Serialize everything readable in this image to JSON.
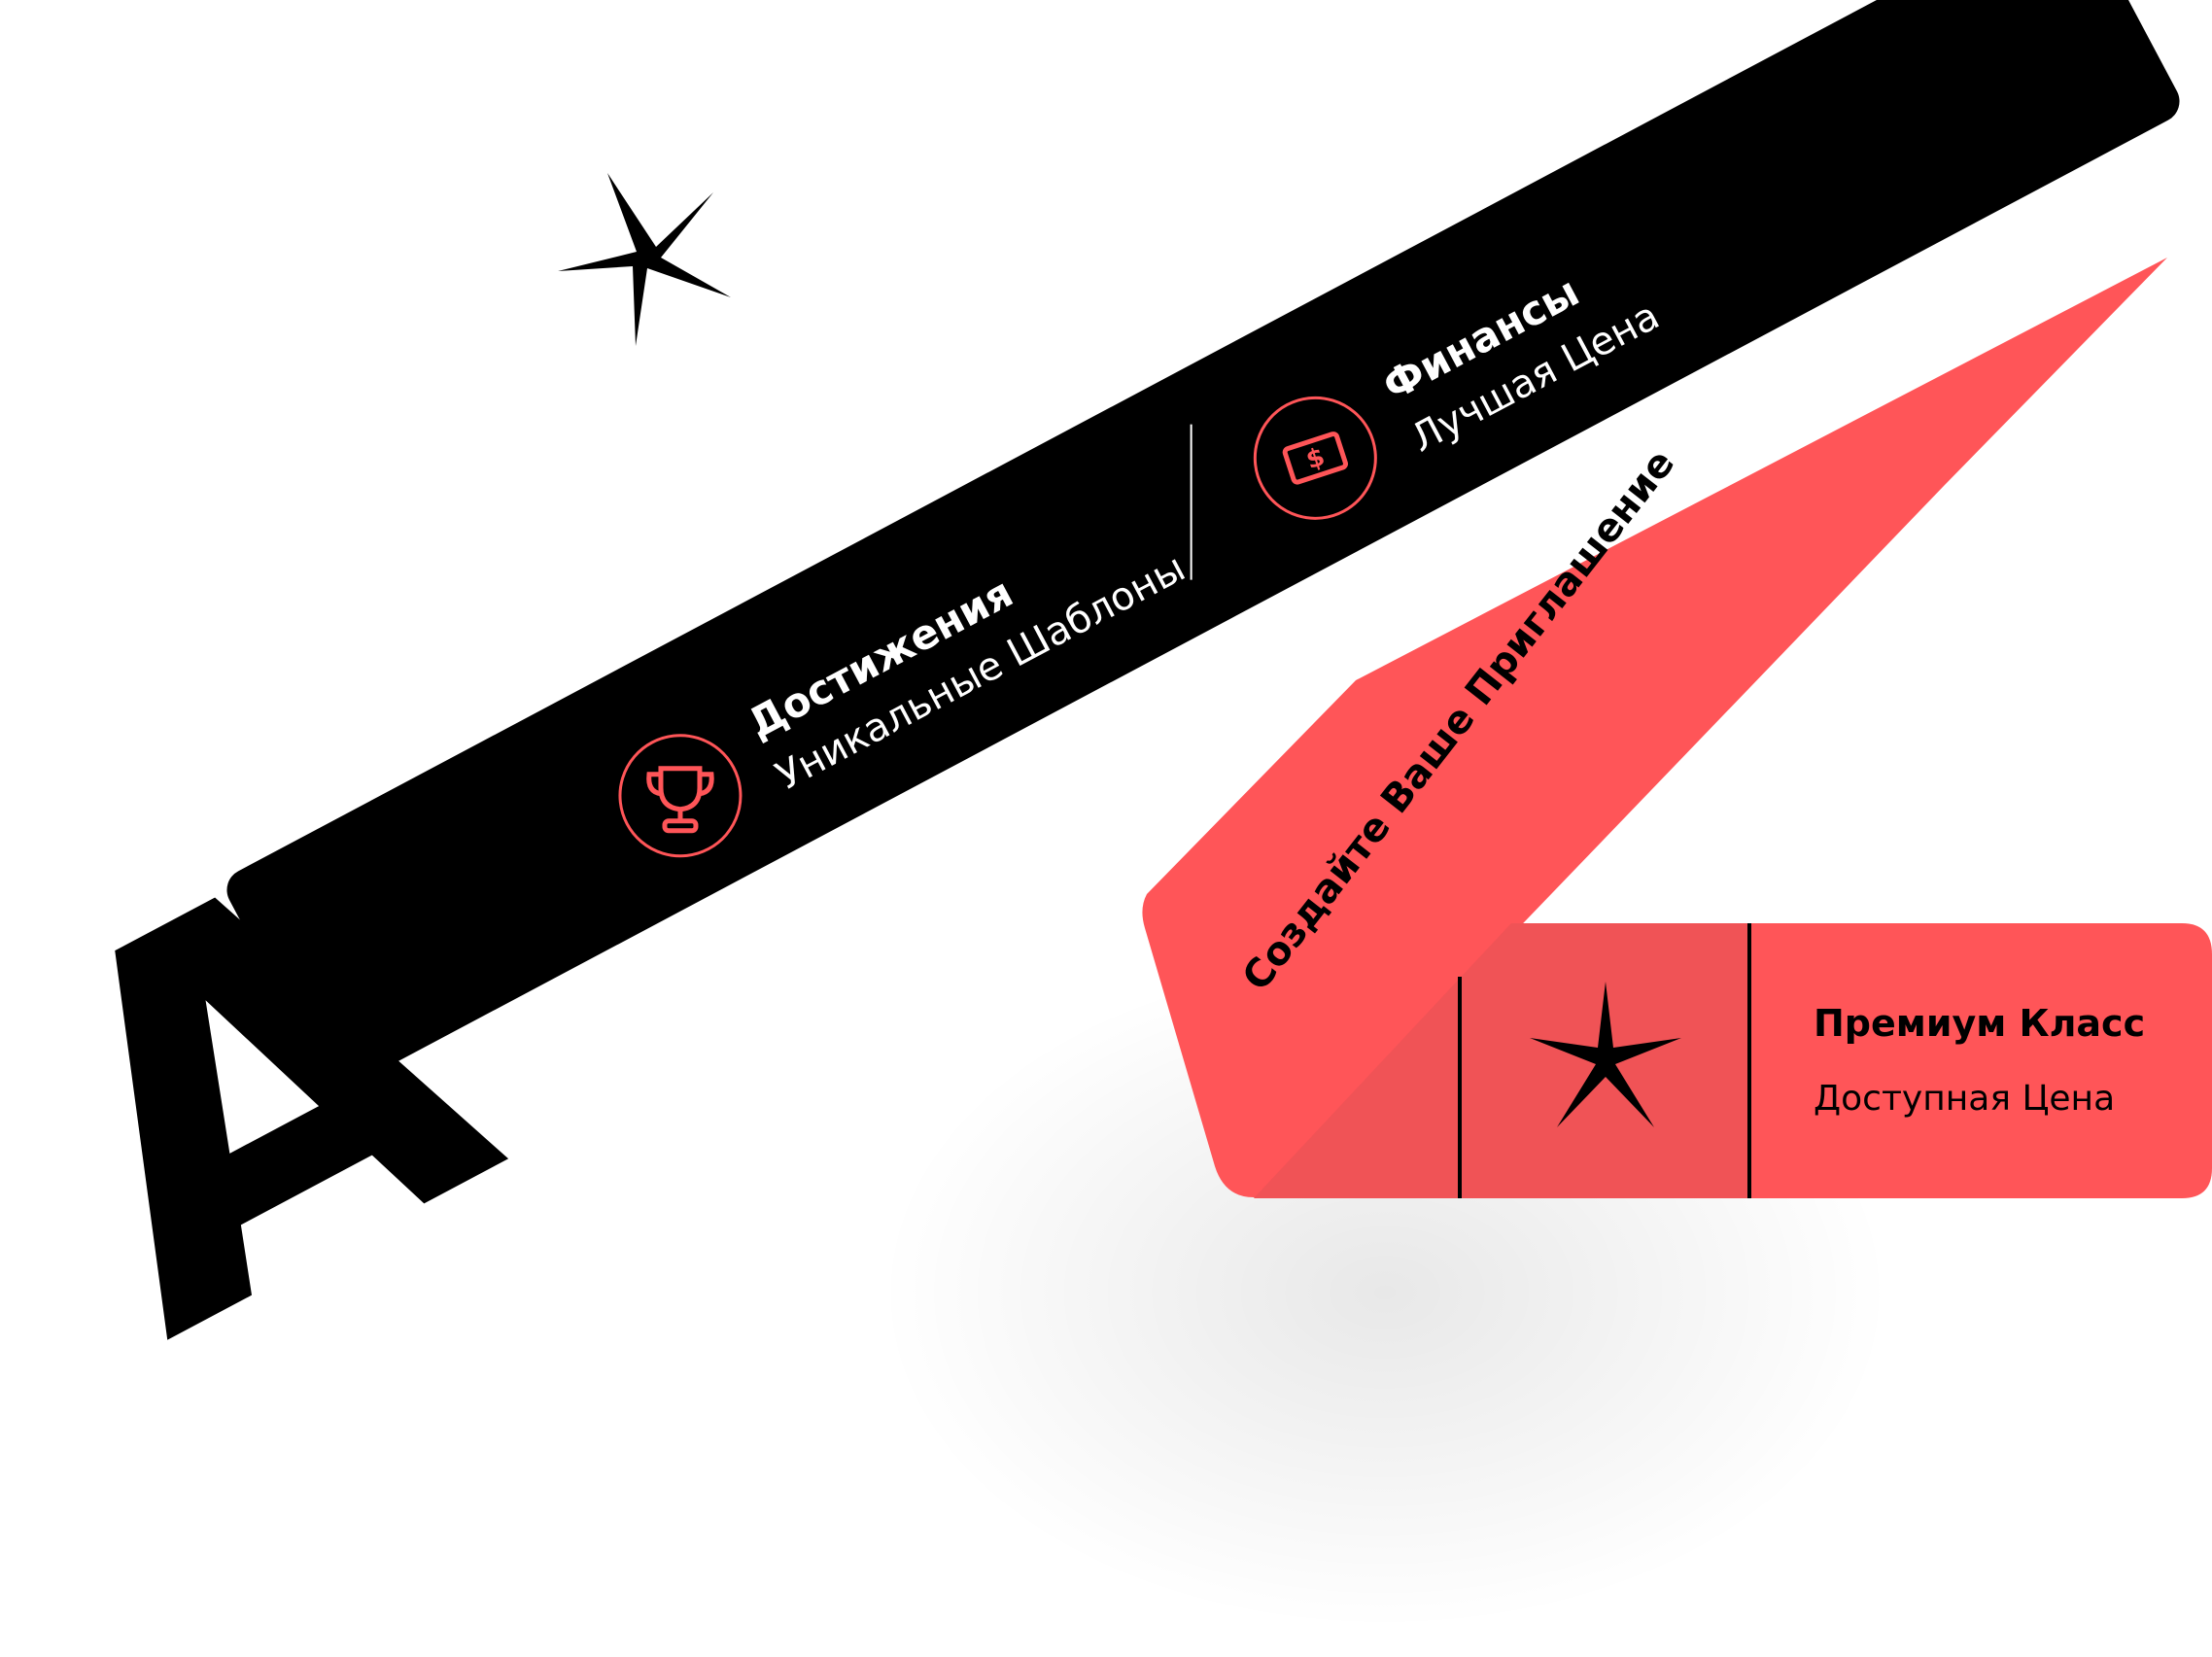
{
  "colors": {
    "accent": "#FF5558",
    "accent_dark": "#F05356",
    "band": "#000000",
    "text_light": "#FFFFFF",
    "text_dark": "#000000",
    "icon_ring": "#FF5558"
  },
  "ribbon": {
    "label": "Создайте Ваше Приглашение"
  },
  "band": {
    "items": [
      {
        "title": "Достижения",
        "subtitle": "Уникальные Шаблоны",
        "icon": "trophy-icon"
      },
      {
        "title": "Финансы",
        "subtitle": "Лучшая Цена",
        "icon": "money-icon"
      }
    ]
  },
  "ticket": {
    "title": "Премиум Класс",
    "subtitle": "Доступная Цена",
    "icon": "star-icon"
  },
  "decor": {
    "big_letter": "A",
    "sparkle_icon": "sparkle-icon"
  }
}
